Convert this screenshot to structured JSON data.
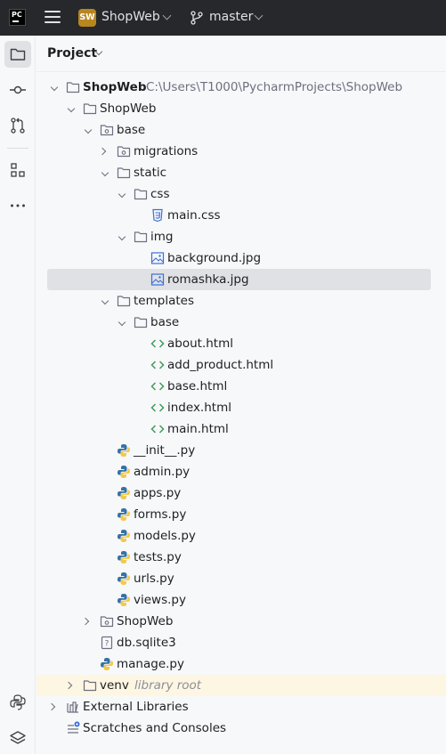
{
  "topbar": {
    "app_logo": "PC",
    "project_badge": "SW",
    "project_name": "ShopWeb",
    "branch_name": "master"
  },
  "panel": {
    "title": "Project"
  },
  "tree": {
    "root_name": "ShopWeb",
    "root_path": "C:\\Users\\T1000\\PycharmProjects\\ShopWeb",
    "items": [
      {
        "label": "ShopWeb"
      },
      {
        "label": "base"
      },
      {
        "label": "migrations"
      },
      {
        "label": "static"
      },
      {
        "label": "css"
      },
      {
        "label": "main.css"
      },
      {
        "label": "img"
      },
      {
        "label": "background.jpg"
      },
      {
        "label": "romashka.jpg"
      },
      {
        "label": "templates"
      },
      {
        "label": "base"
      },
      {
        "label": "about.html"
      },
      {
        "label": "add_product.html"
      },
      {
        "label": "base.html"
      },
      {
        "label": "index.html"
      },
      {
        "label": "main.html"
      },
      {
        "label": "__init__.py"
      },
      {
        "label": "admin.py"
      },
      {
        "label": "apps.py"
      },
      {
        "label": "forms.py"
      },
      {
        "label": "models.py"
      },
      {
        "label": "tests.py"
      },
      {
        "label": "urls.py"
      },
      {
        "label": "views.py"
      },
      {
        "label": "ShopWeb"
      },
      {
        "label": "db.sqlite3"
      },
      {
        "label": "manage.py"
      }
    ],
    "venv_name": "venv",
    "venv_hint": "library root",
    "external_libraries": "External Libraries",
    "scratches": "Scratches and Consoles"
  },
  "colors": {
    "topbar_bg": "#27282c",
    "selected_bg": "#dfe1e5",
    "highlight_bg": "#fdf6e3",
    "python_blue": "#3572a5",
    "python_yellow": "#f2c94c",
    "html_green": "#3f9c5a",
    "css_blue": "#3b6fd8"
  }
}
